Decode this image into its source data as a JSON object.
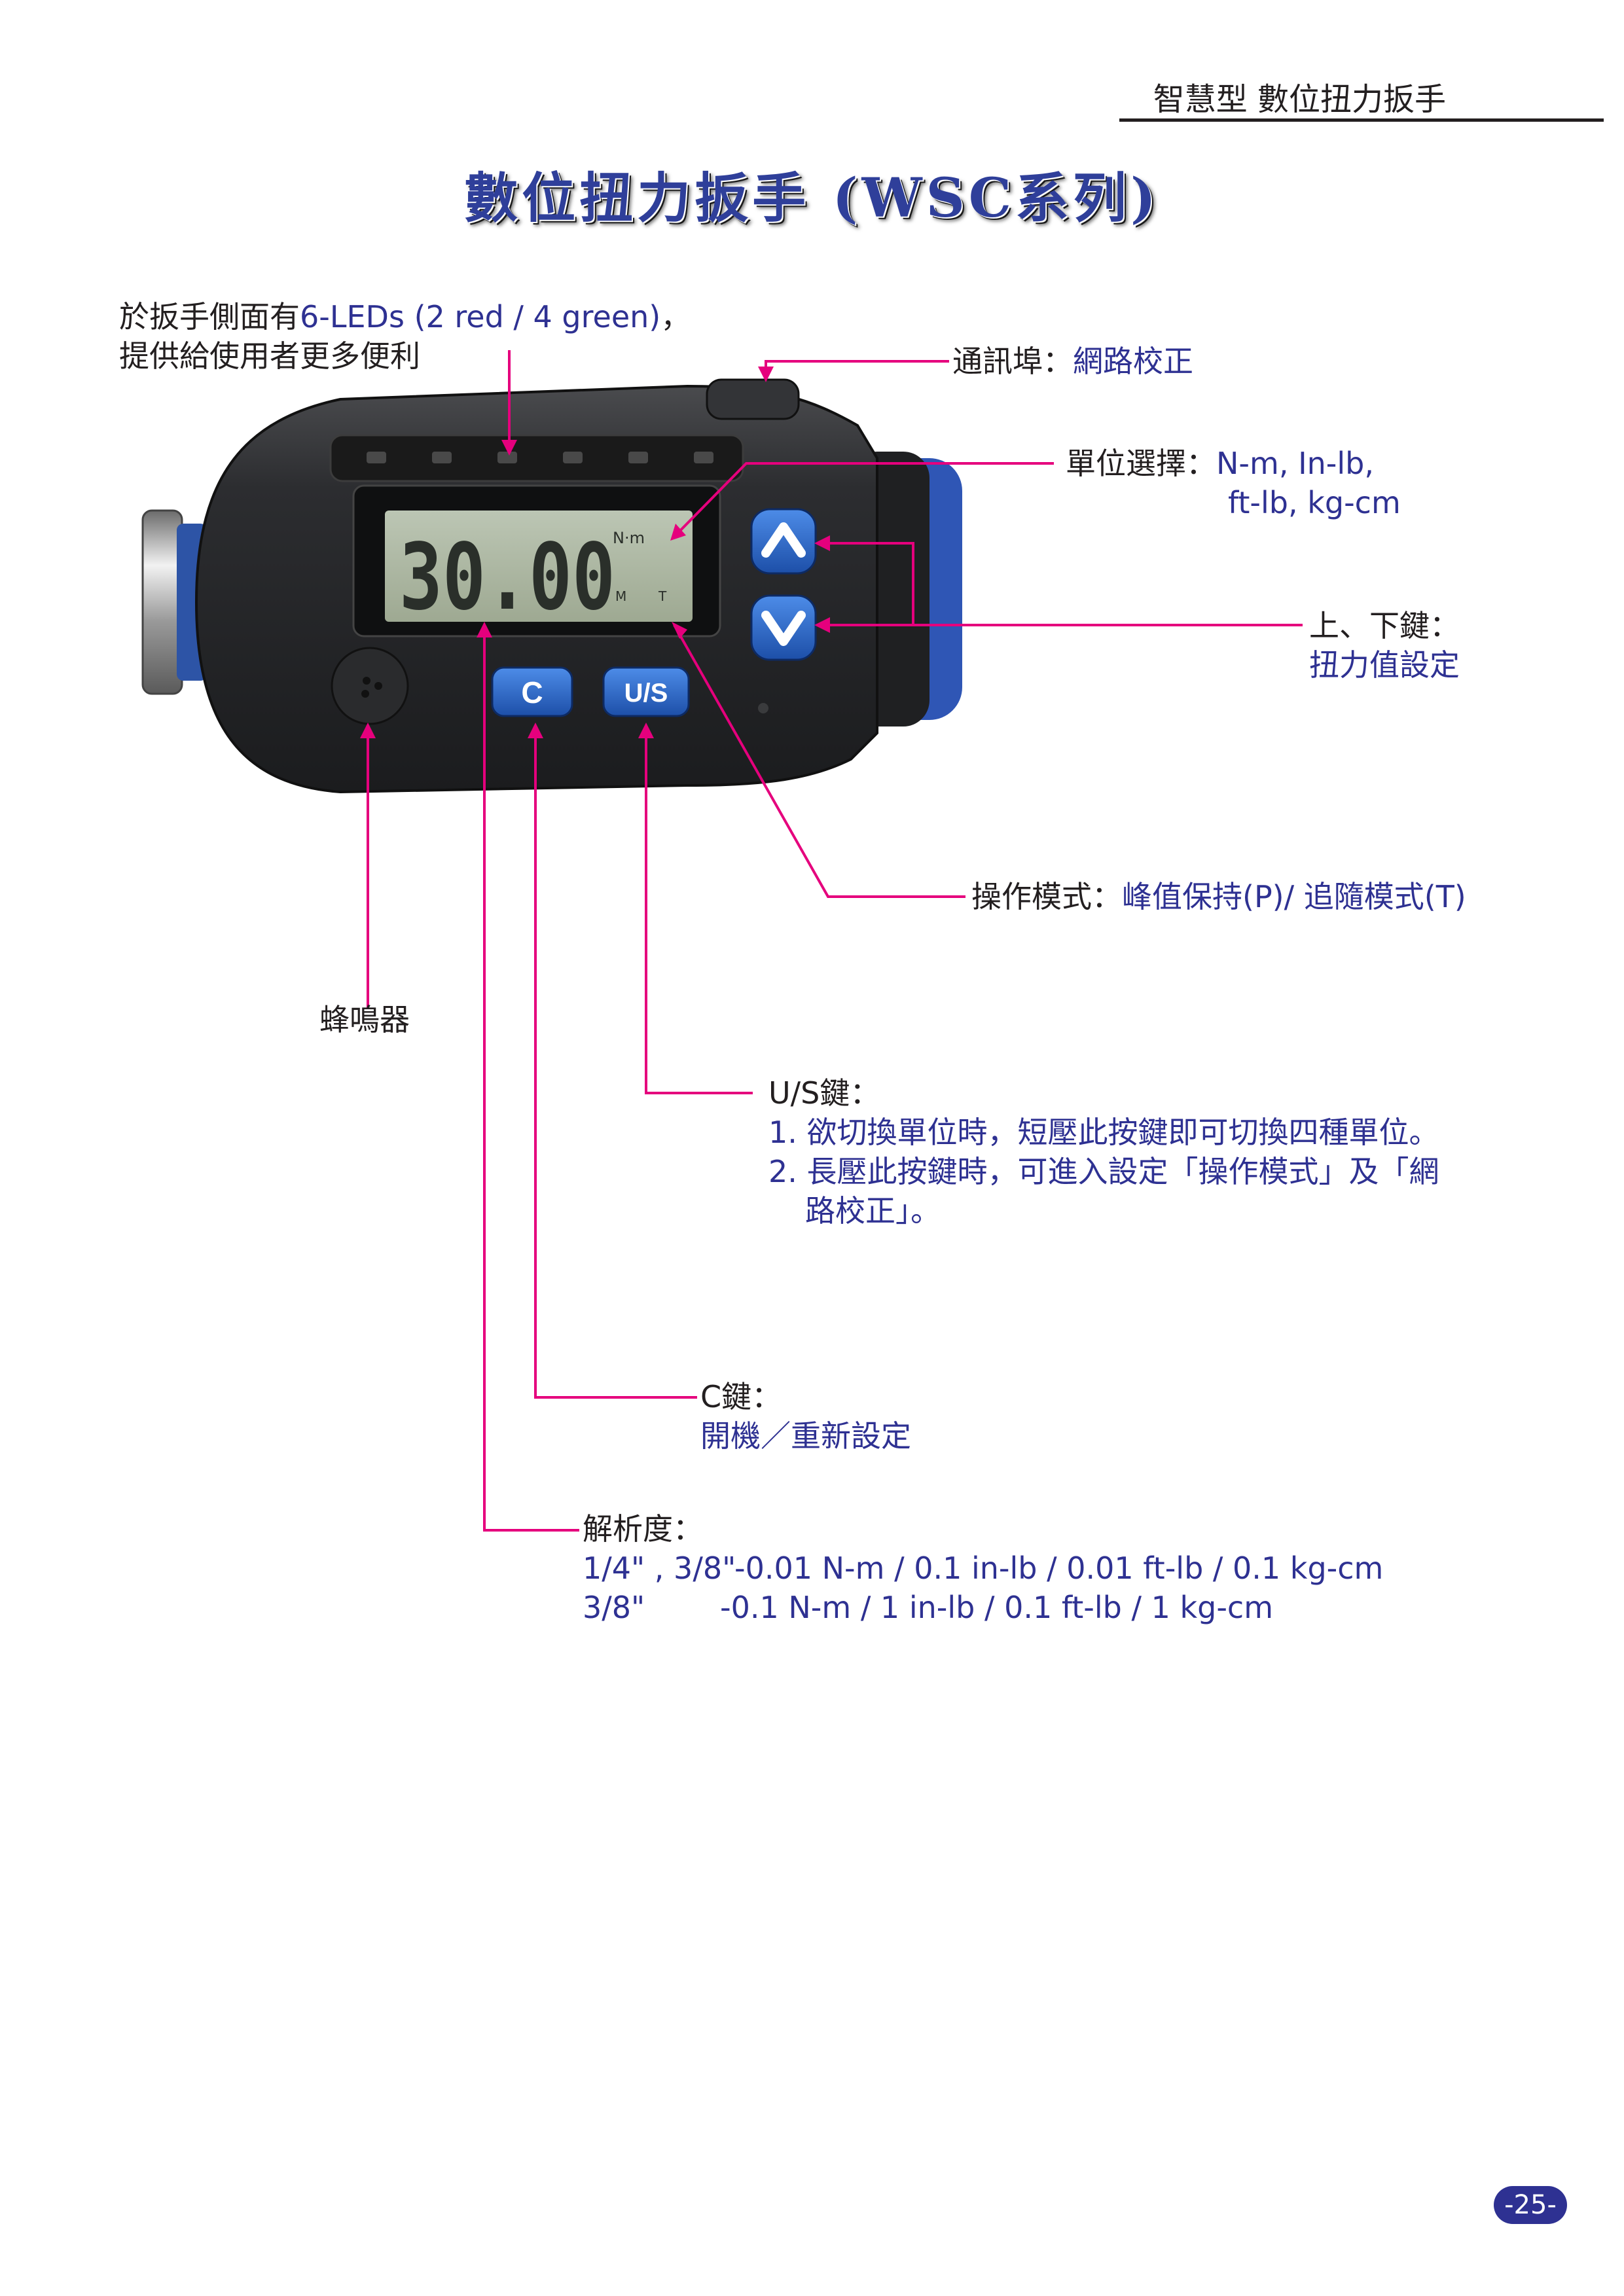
{
  "header": {
    "text": "智慧型 數位扭力扳手"
  },
  "title": "數位扭力扳手 (WSC系列)",
  "display": {
    "reading": "30.00",
    "unit": "N·m",
    "mode_m": "M",
    "mode_t": "T"
  },
  "buttons": {
    "up": "∧",
    "down": "∨",
    "c": "C",
    "us": "U/S"
  },
  "callouts": {
    "leds": {
      "line1_prefix": "於扳手側面有",
      "line1_highlight": "6-LEDs (2 red / 4 green)",
      "line1_suffix": "，",
      "line2": "提供給使用者更多便利"
    },
    "port": {
      "label": "通訊埠：",
      "value": "網路校正"
    },
    "unit_select": {
      "label": "單位選擇：",
      "value1": "N-m, In-lb,",
      "value2": "ft-lb, kg-cm"
    },
    "updown": {
      "label": "上、下鍵：",
      "value": "扭力值設定"
    },
    "mode": {
      "label": "操作模式：",
      "value": "峰值保持(P)/ 追隨模式(T)"
    },
    "buzzer": {
      "label": "蜂鳴器"
    },
    "us_key": {
      "label": "U/S鍵：",
      "item1": "1. 欲切換單位時，短壓此按鍵即可切換四種單位。",
      "item2a": "2. 長壓此按鍵時，可進入設定「操作模式」及「網",
      "item2b": "路校正」。"
    },
    "c_key": {
      "label": "C鍵：",
      "value": "開機／重新設定"
    },
    "resolution": {
      "label": "解析度：",
      "row1a": "1/4\" , 3/8\"",
      "row1b": "-0.01 N-m / 0.1 in-lb / 0.01 ft-lb / 0.1 kg-cm",
      "row2a": "3/8\"",
      "row2b": "-0.1 N-m / 1 in-lb / 0.1 ft-lb / 1 kg-cm"
    }
  },
  "page_number": "-25-",
  "colors": {
    "accent": "#2e3192",
    "leader": "#e5007d",
    "text": "#231f20",
    "device_body": "#2b2c2e",
    "lcd": "#aab5a1",
    "button": "#2563c7"
  }
}
